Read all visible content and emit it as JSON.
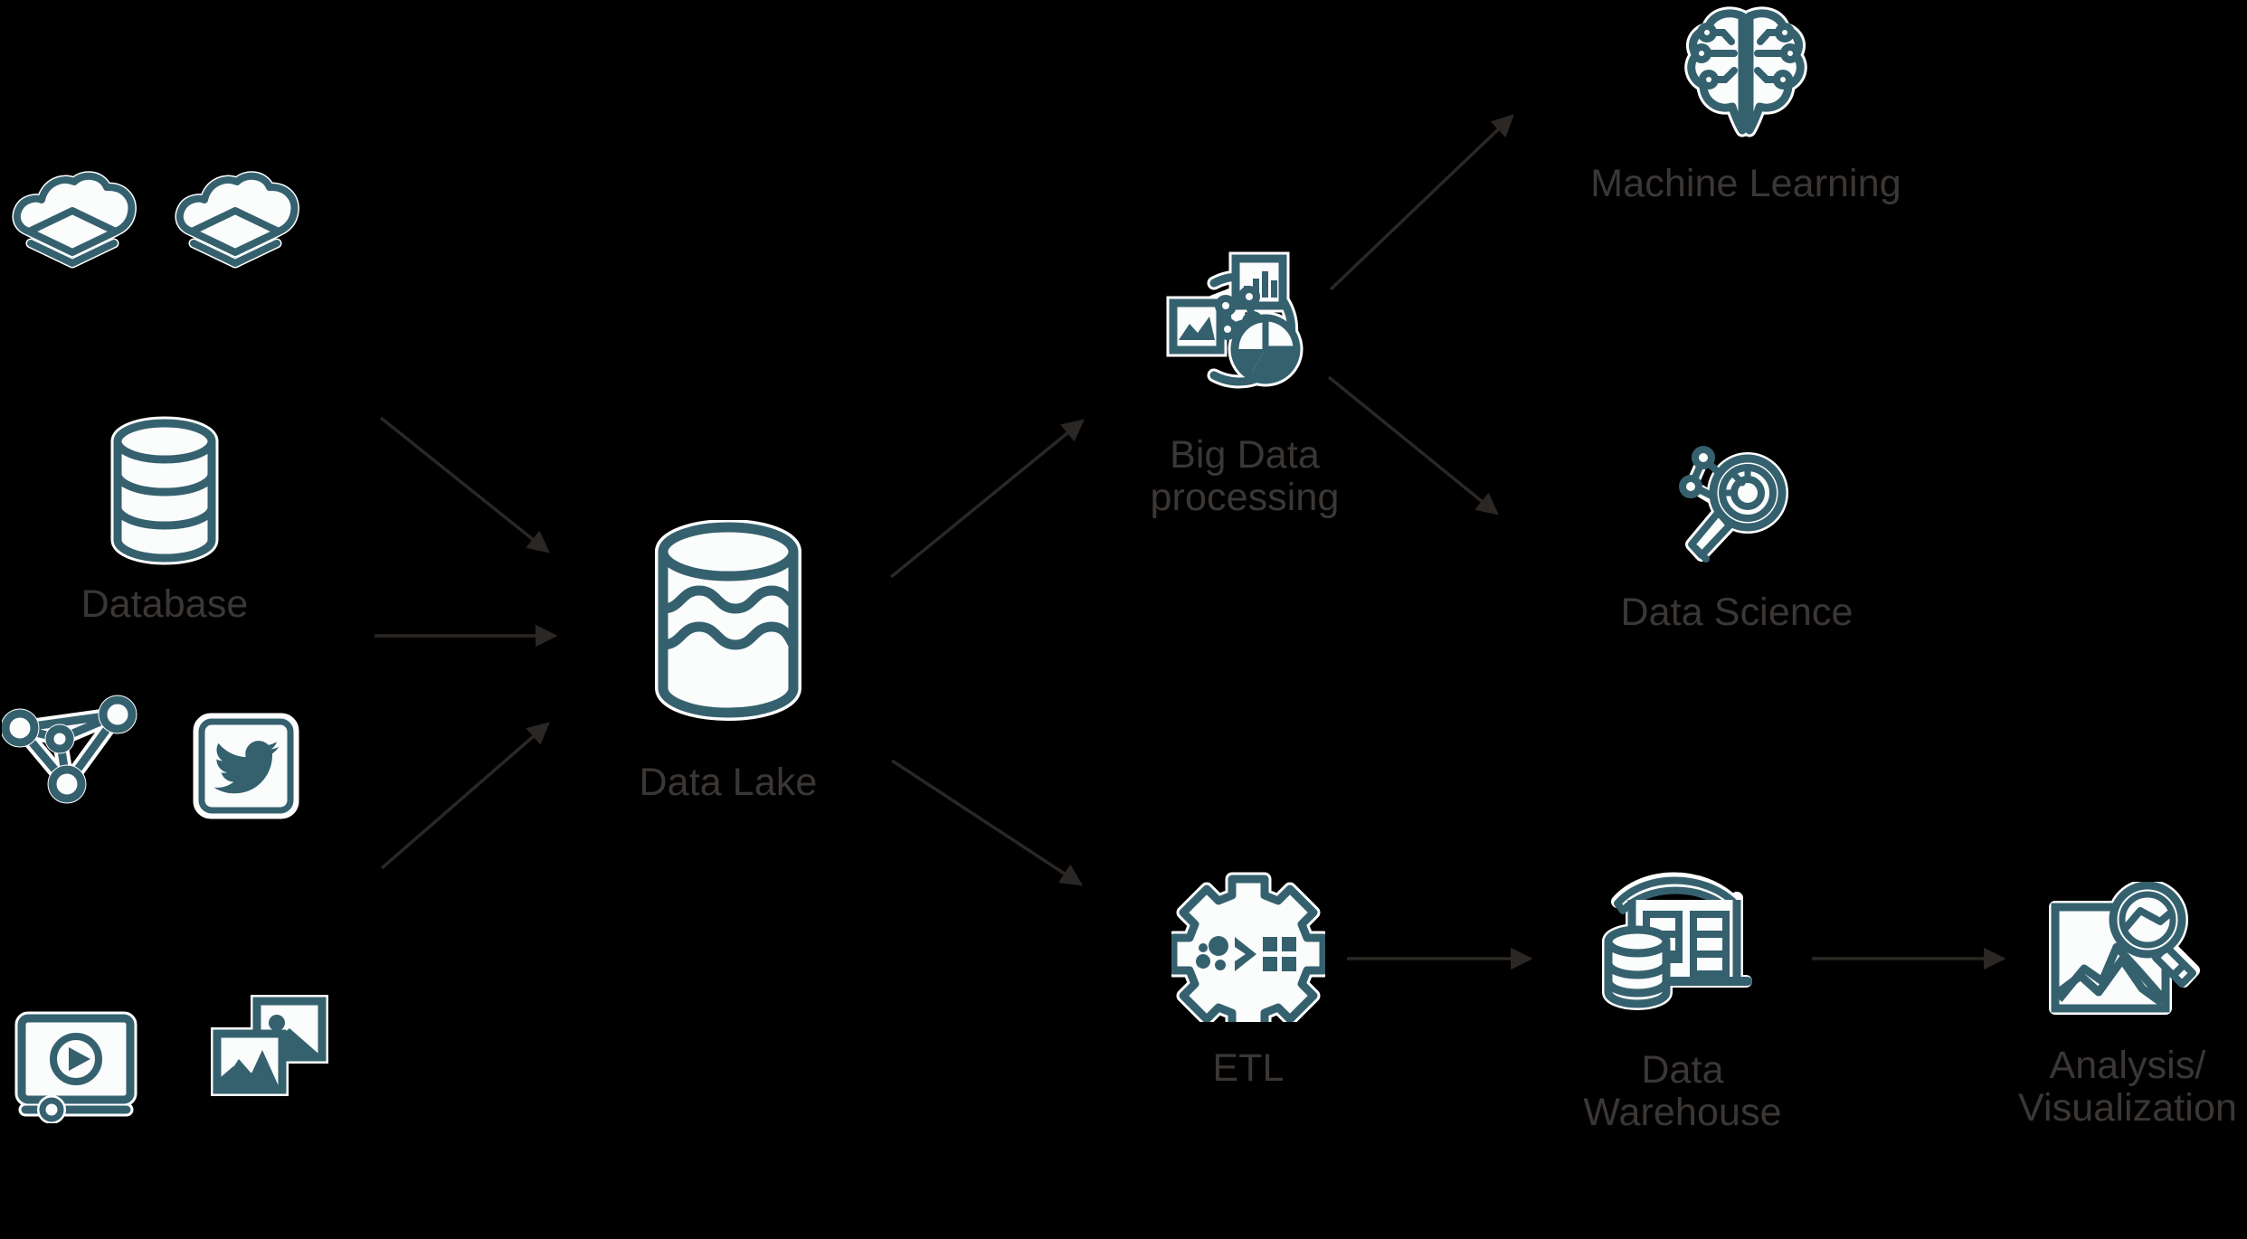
{
  "diagram": {
    "title": "Data Lake architecture flow",
    "colors": {
      "background": "#000000",
      "icon_stroke": "#35616f",
      "icon_fill": "#fbfcfc",
      "icon_halo": "#ffffff",
      "label_text": "#3b3735",
      "arrow": "#2b2724"
    }
  },
  "nodes": {
    "cloud_a": {
      "label": "",
      "icon": "cloud-layers-icon"
    },
    "cloud_b": {
      "label": "",
      "icon": "cloud-layers-icon"
    },
    "database": {
      "label": "Database",
      "icon": "database-cylinder-icon"
    },
    "network": {
      "label": "",
      "icon": "network-graph-icon"
    },
    "twitter": {
      "label": "",
      "icon": "twitter-bird-icon"
    },
    "video": {
      "label": "",
      "icon": "video-player-icon"
    },
    "images": {
      "label": "",
      "icon": "photos-stack-icon"
    },
    "data_lake": {
      "label": "Data Lake",
      "icon": "data-lake-cylinder-icon"
    },
    "big_data": {
      "label": "Big Data\nprocessing",
      "icon": "analytics-cluster-icon"
    },
    "machine_learning": {
      "label": "Machine Learning",
      "icon": "brain-circuit-icon"
    },
    "data_science": {
      "label": "Data Science",
      "icon": "molecule-magnifier-icon"
    },
    "etl": {
      "label": "ETL",
      "icon": "gear-pipeline-icon"
    },
    "data_warehouse": {
      "label": "Data\nWarehouse",
      "icon": "warehouse-database-icon"
    },
    "analysis": {
      "label": "Analysis/\nVisualization",
      "icon": "chart-magnifier-icon"
    }
  },
  "edges": [
    {
      "from": "cloud_b",
      "to": "data_lake",
      "style": "arrow"
    },
    {
      "from": "database",
      "to": "data_lake",
      "style": "arrow"
    },
    {
      "from": "network",
      "to": "data_lake",
      "style": "arrow"
    },
    {
      "from": "data_lake",
      "to": "big_data",
      "style": "arrow"
    },
    {
      "from": "data_lake",
      "to": "etl",
      "style": "arrow"
    },
    {
      "from": "big_data",
      "to": "machine_learning",
      "style": "arrow"
    },
    {
      "from": "big_data",
      "to": "data_science",
      "style": "arrow"
    },
    {
      "from": "etl",
      "to": "data_warehouse",
      "style": "arrow"
    },
    {
      "from": "data_warehouse",
      "to": "analysis",
      "style": "arrow"
    }
  ]
}
